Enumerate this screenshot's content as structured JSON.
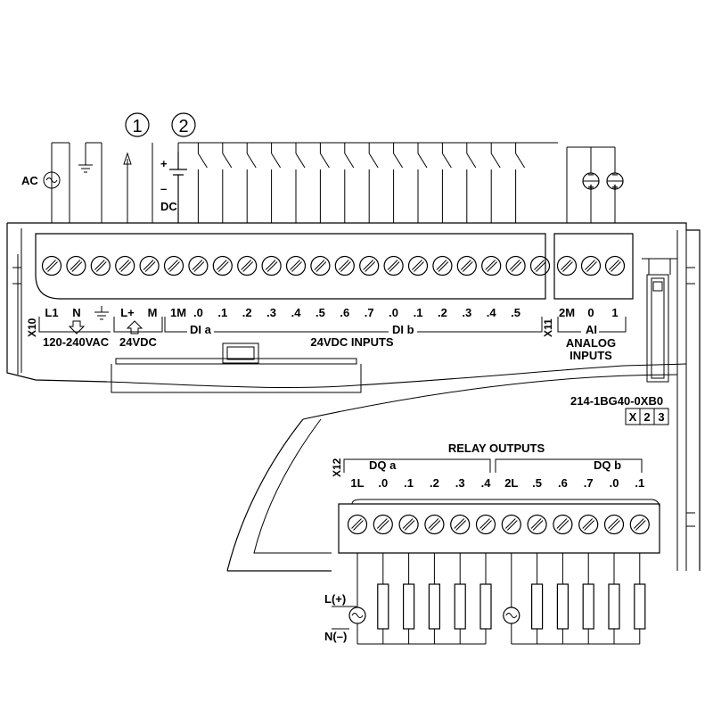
{
  "circled_notes": [
    "1",
    "2"
  ],
  "power_supply": {
    "ac_label": "AC",
    "dc_label": "DC",
    "plus": "+",
    "minus": "–"
  },
  "x10": {
    "connector_id": "X10",
    "terminals": [
      "L1",
      "N",
      "L+",
      "M"
    ],
    "group_labels": [
      "120-240VAC",
      "24VDC"
    ]
  },
  "digital_inputs": {
    "common": "1M",
    "dia_terminals": [
      ".0",
      ".1",
      ".2",
      ".3",
      ".4",
      ".5",
      ".6",
      ".7"
    ],
    "dib_terminals": [
      ".0",
      ".1",
      ".2",
      ".3",
      ".4",
      ".5"
    ],
    "dia_label": "DI a",
    "dib_label": "DI b",
    "group_label": "24VDC INPUTS"
  },
  "x11": {
    "connector_id": "X11",
    "terminals": [
      "2M",
      "0",
      "1"
    ],
    "ai_label": "AI",
    "group_label_line1": "ANALOG",
    "group_label_line2": "INPUTS",
    "sensor_sign_minus": "–",
    "sensor_sign_plus": "+"
  },
  "part_number": "214-1BG40-0XB0",
  "x_box": [
    "X",
    "2",
    "3"
  ],
  "x12": {
    "connector_id": "X12",
    "title": "RELAY OUTPUTS",
    "dqa_label": "DQ a",
    "dqb_label": "DQ b",
    "dqa_terminals": [
      "1L",
      ".0",
      ".1",
      ".2",
      ".3",
      ".4"
    ],
    "dqb_terminals": [
      "2L",
      ".5",
      ".6",
      ".7",
      ".0",
      ".1"
    ]
  },
  "load_supply": {
    "line_label": "L(+)",
    "neutral_label": "N(–)"
  }
}
